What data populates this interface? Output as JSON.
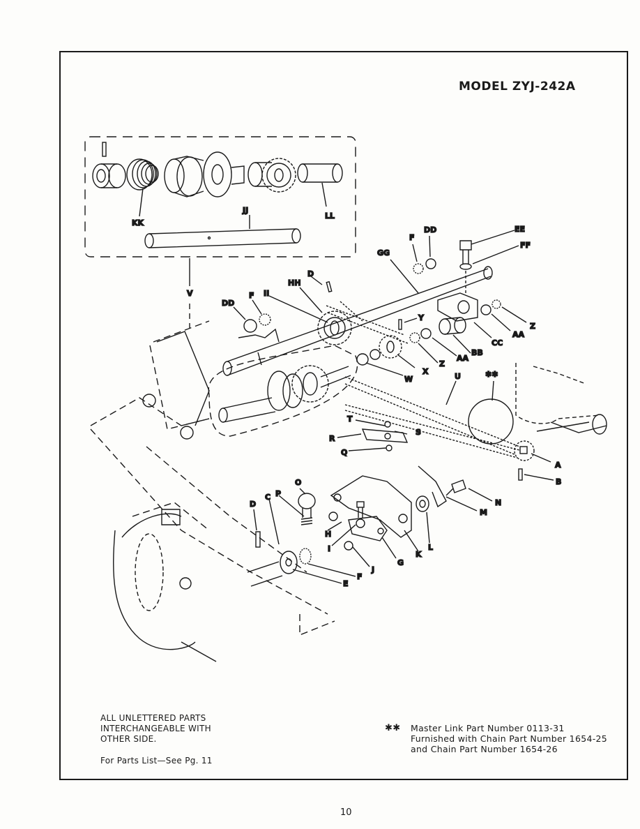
{
  "title": "MODEL ZYJ-242A",
  "labels": {
    "kk": "KK",
    "jj": "JJ",
    "ll": "LL",
    "v": "V",
    "dd_top": "DD",
    "f_top": "F",
    "ee": "EE",
    "ff": "FF",
    "gg": "GG",
    "d_top": "D",
    "hh": "HH",
    "ii": "II",
    "dd_left": "DD",
    "f_left": "F",
    "y": "Y",
    "z_right": "Z",
    "aa_right": "AA",
    "cc": "CC",
    "bb": "BB",
    "aa_mid": "AA",
    "z_mid": "Z",
    "x": "X",
    "w": "W",
    "u": "U",
    "master_link_mark": "✱✱",
    "t": "T",
    "s": "S",
    "r": "R",
    "q": "Q",
    "a": "A",
    "b": "B",
    "o": "O",
    "p": "P",
    "c": "C",
    "d_low": "D",
    "h": "H",
    "i": "I",
    "n": "N",
    "m": "M",
    "l": "L",
    "k": "K",
    "g": "G",
    "j": "J",
    "f_low": "F",
    "e": "E"
  },
  "notes": {
    "unlettered_lines": [
      "ALL  UNLETTERED  PARTS",
      "INTERCHANGEABLE  WITH",
      "OTHER  SIDE."
    ],
    "parts_list_ref": "For  Parts  List—See  Pg.   11",
    "master_link_symbol": "✱✱",
    "master_link_lines": [
      "Master  Link  Part  Number  0113-31",
      "Furnished  with  Chain  Part  Number  1654-25",
      "and  Chain  Part  Number  1654-26"
    ]
  },
  "page_number": "10"
}
